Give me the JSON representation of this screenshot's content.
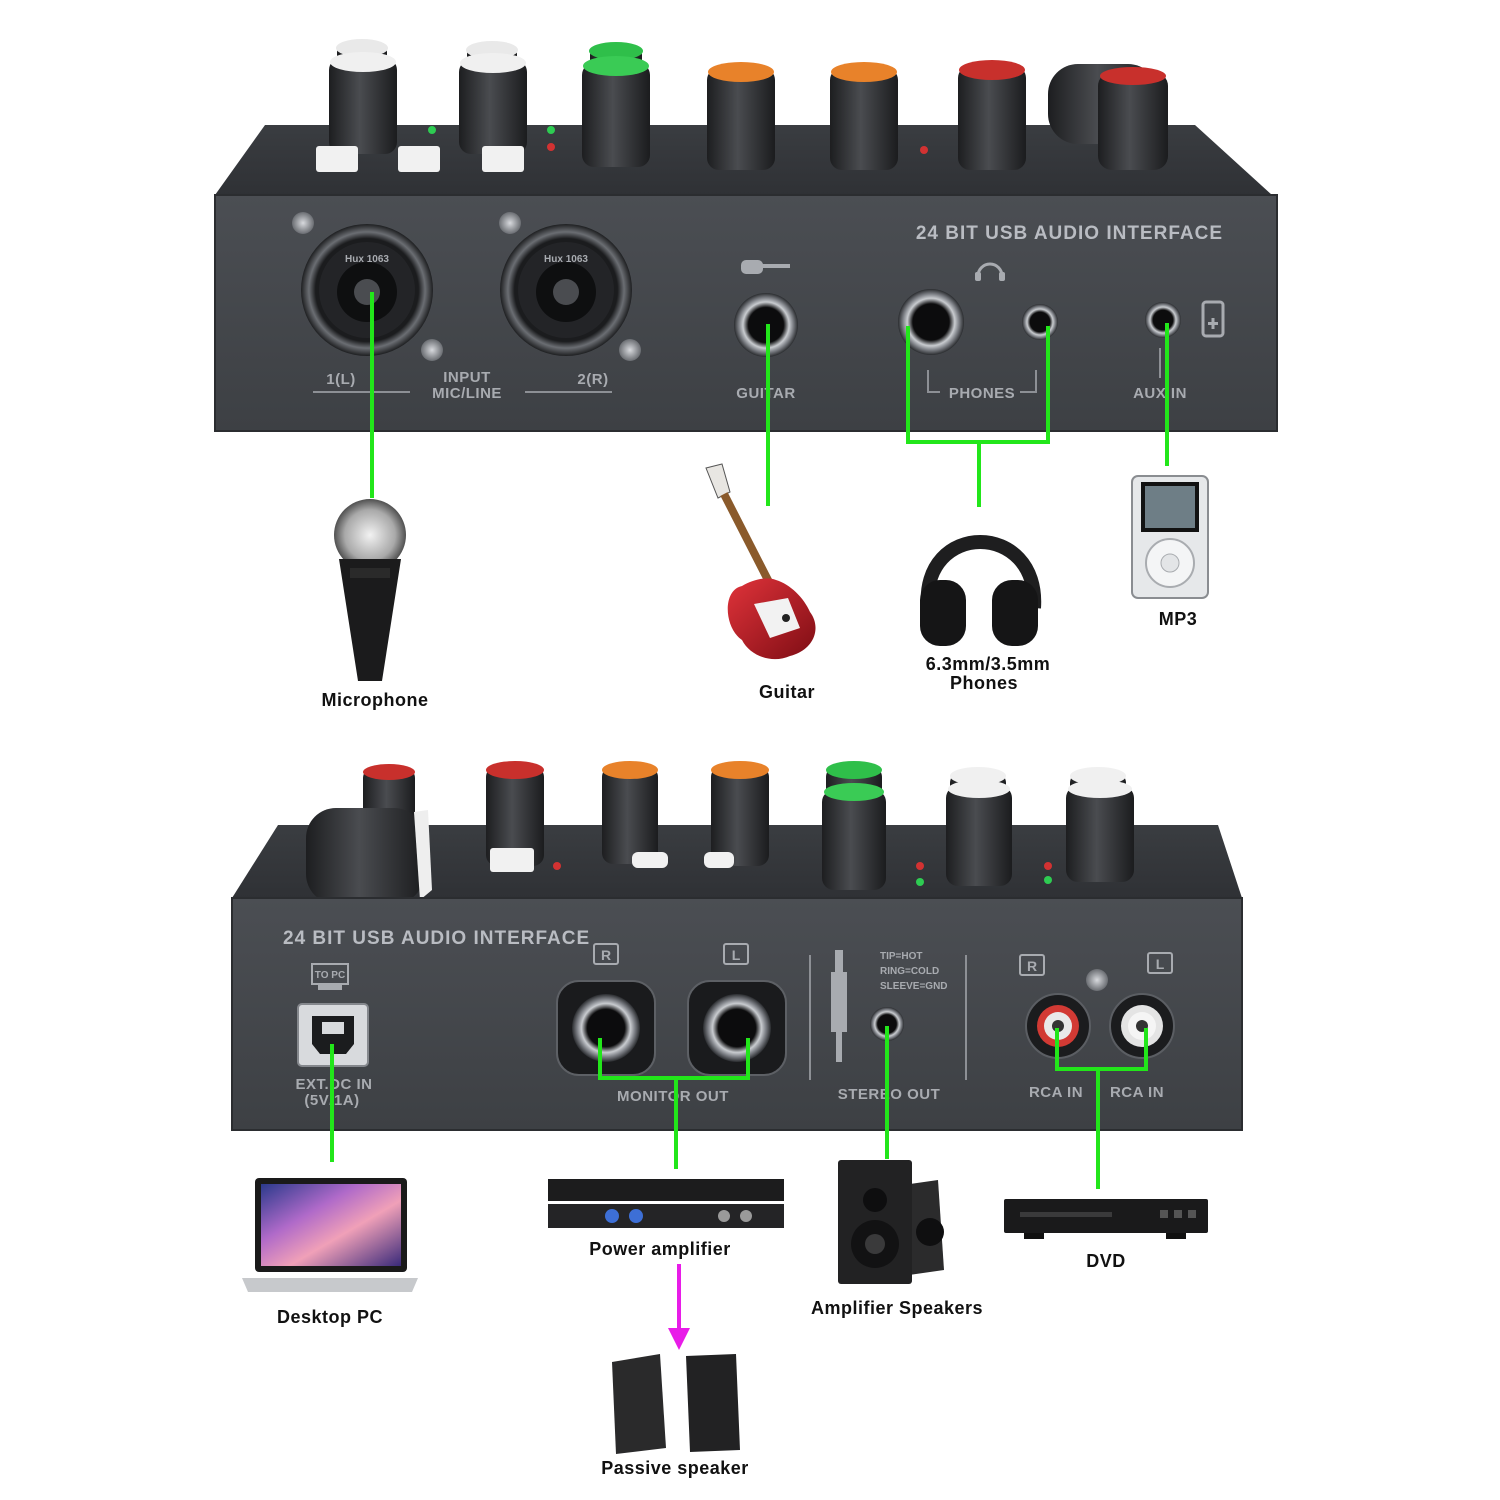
{
  "top_panel": {
    "title": "24 BIT USB AUDIO INTERFACE",
    "input_1": "1(L)",
    "input_heading_1": "INPUT",
    "input_heading_2": "MIC/LINE",
    "input_2": "2(R)",
    "guitar": "GUITAR",
    "phones": "PHONES",
    "aux_in": "AUX IN",
    "xlr_brand": "Hux 1063"
  },
  "bottom_panel": {
    "title": "24 BIT USB AUDIO INTERFACE",
    "to_pc": "TO PC",
    "ext_dc_1": "EXT.DC IN",
    "ext_dc_2": "(5V/1A)",
    "ch_r": "R",
    "ch_l": "L",
    "monitor_out": "MONITOR OUT",
    "tip": "TIP=HOT",
    "ring": "RING=COLD",
    "sleeve": "SLEEVE=GND",
    "stereo_out": "STEREO OUT",
    "rca_r": "R",
    "rca_l": "L",
    "rca_in_1": "RCA IN",
    "rca_in_2": "RCA IN"
  },
  "devices": {
    "microphone": "Microphone",
    "guitar": "Guitar",
    "phones_1": "6.3mm/3.5mm",
    "phones_2": "Phones",
    "mp3": "MP3",
    "desktop_pc": "Desktop PC",
    "power_amplifier": "Power amplifier",
    "amplifier_speakers": "Amplifier Speakers",
    "dvd": "DVD",
    "passive_speaker": "Passive speaker"
  },
  "colors": {
    "wire": "#22e61a",
    "arrow": "#e81ce8",
    "chassis": "#45484d",
    "knob_cap_white": "#e9e9e9",
    "knob_cap_green": "#2fbf4a",
    "knob_cap_orange": "#e8822a",
    "knob_cap_red": "#c8302c"
  }
}
